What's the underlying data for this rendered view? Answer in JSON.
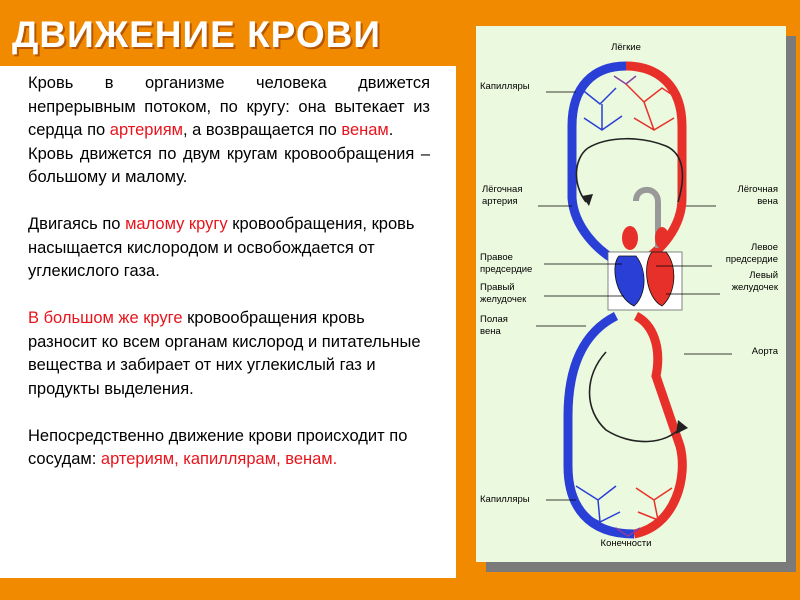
{
  "slide": {
    "title": "ДВИЖЕНИЕ КРОВИ",
    "paragraph1": {
      "pre": "Кровь в организме человека движется непрерывным потоком, по кругу: она вытекает из сердца по ",
      "arteries": "артериям",
      "mid": ", а возвращается по ",
      "veins": "венам",
      "post": "."
    },
    "paragraph2": "Кровь движется по двум кругам кровообращения – большому и малому.",
    "paragraph3": {
      "pre": "Двигаясь по ",
      "small_circle": "малому кругу",
      "post": " кровообращения, кровь насыщается кислородом и освобождается от углекислого газа."
    },
    "paragraph4": {
      "big_circle": "В большом же круге",
      "post": " кровообращения кровь разносит ко всем органам кислород и питательные вещества и забирает от них углекислый газ и продукты выделения."
    },
    "paragraph5": {
      "pre": "Непосредственно движение крови происходит по сосудам: ",
      "vessels": "артериям, капиллярам, венам."
    }
  },
  "diagram": {
    "labels": {
      "lungs": "Лёгкие",
      "capillaries_top": "Капилляры",
      "pulmonary_artery_1": "Лёгочная",
      "pulmonary_artery_2": "артерия",
      "pulmonary_vein_1": "Лёгочная",
      "pulmonary_vein_2": "вена",
      "right_atrium_1": "Правое",
      "right_atrium_2": "предсердие",
      "left_atrium_1": "Левое",
      "left_atrium_2": "предсердие",
      "right_ventricle_1": "Правый",
      "right_ventricle_2": "желудочек",
      "left_ventricle_1": "Левый",
      "left_ventricle_2": "желудочек",
      "vena_cava_1": "Полая",
      "vena_cava_2": "вена",
      "aorta": "Аорта",
      "capillaries_bottom": "Капилляры",
      "limbs": "Конечности"
    }
  },
  "colors": {
    "background": "#f28a00",
    "accent_red": "#e8141c",
    "artery_red": "#e8302a",
    "vein_blue": "#2a3fd6",
    "diagram_bg": "#ebf9de"
  }
}
